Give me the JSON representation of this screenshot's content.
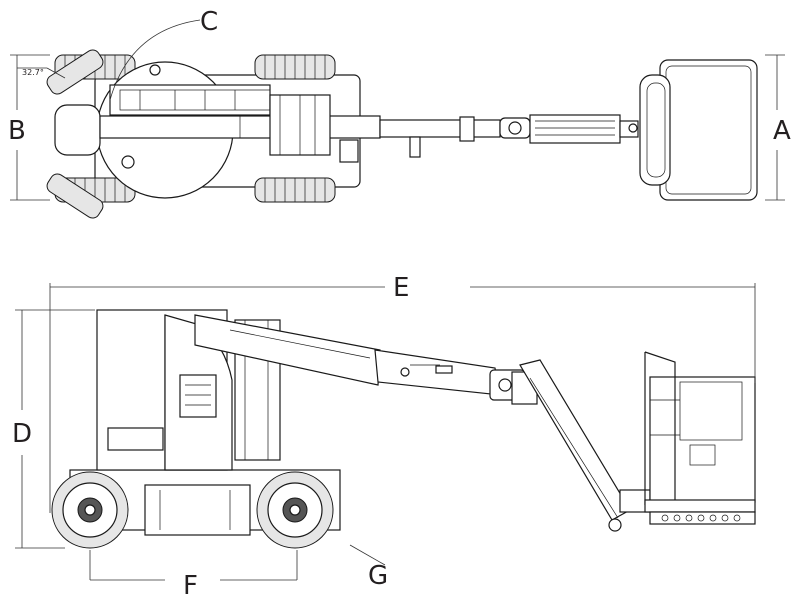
{
  "labels": {
    "a": "A",
    "b": "B",
    "c": "C",
    "d": "D",
    "e": "E",
    "f": "F",
    "g": "G"
  },
  "angle_note": "32.7°"
}
